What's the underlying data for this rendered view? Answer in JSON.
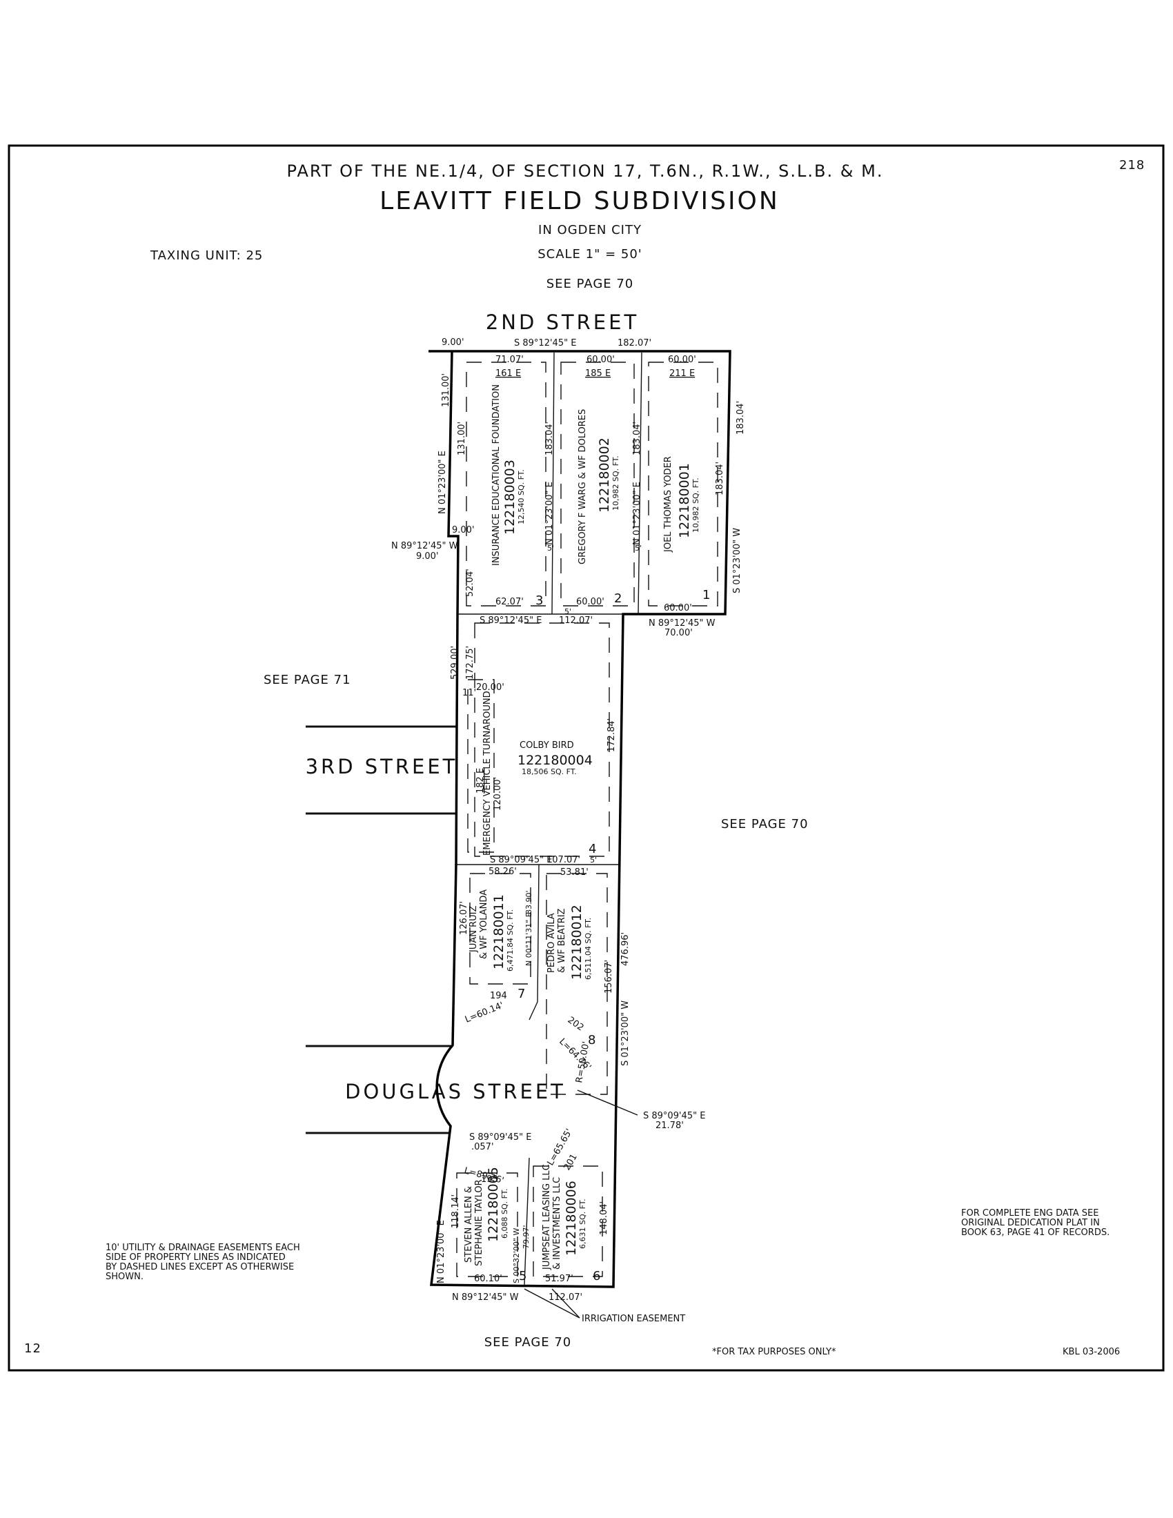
{
  "header": {
    "part_of": "PART OF THE NE.1/4, OF SECTION 17, T.6N., R.1W., S.L.B. & M.",
    "title": "LEAVITT FIELD SUBDIVISION",
    "city": "IN OGDEN CITY",
    "scale": "SCALE 1\" = 50'",
    "see_page_top": "SEE PAGE 70",
    "taxing_unit": "TAXING UNIT: 25",
    "page_number": "218"
  },
  "streets": {
    "second": "2ND STREET",
    "third": "3RD STREET",
    "douglas": "DOUGLAS STREET"
  },
  "references": {
    "see_page_71": "SEE PAGE 71",
    "see_page_70_right": "SEE PAGE 70",
    "see_page_70_bottom": "SEE PAGE 70"
  },
  "lots": [
    {
      "num": "1",
      "owner": "JOEL THOMAS YODER",
      "owner2": "",
      "id": "122180001",
      "area": "10,982 SQ. FT.",
      "addr": "211 E"
    },
    {
      "num": "2",
      "owner": "GREGORY F WARG & WF DOLORES",
      "owner2": "",
      "id": "122180002",
      "area": "10,982 SQ. FT.",
      "addr": "185 E"
    },
    {
      "num": "3",
      "owner": "INSURANCE EDUCATIONAL FOUNDATION",
      "owner2": "",
      "id": "122180003",
      "area": "12,540 SQ. FT.",
      "addr": "161 E"
    },
    {
      "num": "4",
      "owner": "COLBY BIRD",
      "owner2": "",
      "id": "122180004",
      "area": "18,506 SQ. FT.",
      "addr": "182 E"
    },
    {
      "num": "5",
      "owner": "STEVEN ALLEN &",
      "owner2": "STEPHANIE TAYLOR",
      "id": "122180005",
      "area": "6,088 SQ. FT.",
      "addr": "193"
    },
    {
      "num": "6",
      "owner": "JUMPSEAT LEASING LLC",
      "owner2": "& INVESTMENTS LLC",
      "id": "122180006",
      "area": "6,631 SQ. FT.",
      "addr": "201"
    },
    {
      "num": "7",
      "owner": "JUAN RUIZ",
      "owner2": "& WF YOLANDA",
      "id": "122180011",
      "area": "6,471.84 SQ. FT.",
      "addr": "194"
    },
    {
      "num": "8",
      "owner": "PEDRO AVILA",
      "owner2": "& WF BEATRIZ",
      "id": "122180012",
      "area": "6,511.04 SQ. FT.",
      "addr": "202"
    }
  ],
  "dimensions": {
    "top_9": "9.00'",
    "top_bearing": "S 89°12'45\" E",
    "top_total": "182.07'",
    "l3_top": "71.07'",
    "l2_top": "60.00'",
    "l1_top": "60.00'",
    "left_131": "131.00'",
    "left_131_inner": "131.00'",
    "left_bearing_upper": "N 01°23'00\" E",
    "l3_right": "183.04'",
    "l3_bearing": "N 01°23'00\" E",
    "l2_right": "183.04'",
    "l2_bearing": "N 01°23'00\" E",
    "right_18304": "183.04'",
    "l1_inner": "183.04'",
    "right_bearing": "S 01°23'00\" W",
    "jog_9": "9.00'",
    "jog_bearing": "N 89°12'45\" W",
    "jog_9b": "9.00'",
    "left_5204": "52.04'",
    "l3_bot": "62.07'",
    "l2_bot": "60.00'",
    "l1_bot": "60.00'",
    "step_bearing": "N 89°12'45\" W",
    "step_70": "70.00'",
    "lot4_top_bearing": "S 89°12'45\" E",
    "lot4_top": "112.07'",
    "left_529": "529.00'",
    "left_17275": "172.75'",
    "turn_20": "20.00'",
    "turn_11": "11'",
    "turn_120": "120.00'",
    "turnaround": "EMERGENCY VEHICLE TURNAROUND",
    "lot4_right": "172.84'",
    "lot4_bot_bearing": "S 89°09'45\" E",
    "lot4_bot": "107.07'",
    "l7_top": "58.26'",
    "l8_top": "53.81'",
    "l7_left": "126.07'",
    "l7_right": "83.90'",
    "l7_right_bearing": "N 00°11'31\" E",
    "l8_right": "156.07'",
    "right_47696": "476.96'",
    "right_bearing_lower": "S 01°23'00\" W",
    "arc_6014": "L=60.14'",
    "arc_6476": "L=64.76'",
    "r50": "R=50.00'",
    "douglas_bearing_r": "S 89°09'45\" E",
    "douglas_2178": "21.78'",
    "douglas_bearing_l": "S 89°09'45\" E",
    "douglas_057": ".057'",
    "arc_8926": "L=89.26'",
    "arc_6565": "L=65.65'",
    "l5_left": "118.14'",
    "left_bearing_lower": "N 01°23'00\" E",
    "l5_inner_bearing": "S 00°32'00\" W",
    "l5_inner": "79.97'",
    "l6_right": "148.04'",
    "l5_bot": "60.10'",
    "l6_bot": "51.97'",
    "bot_bearing": "N 89°12'45\" W",
    "bot_total": "112.07'",
    "irrigation": "IRRIGATION EASEMENT",
    "five": "5'"
  },
  "notes": {
    "easement": [
      "10' UTILITY & DRAINAGE EASEMENTS EACH",
      "SIDE OF PROPERTY LINES AS INDICATED",
      "BY DASHED LINES EXCEPT AS OTHERWISE",
      "SHOWN."
    ],
    "eng_data": [
      "FOR COMPLETE ENG DATA SEE",
      "ORIGINAL DEDICATION PLAT IN",
      "BOOK 63, PAGE 41 OF RECORDS."
    ]
  },
  "footer": {
    "left_number": "12",
    "tax": "*FOR TAX PURPOSES ONLY*",
    "code": "KBL 03-2006"
  }
}
